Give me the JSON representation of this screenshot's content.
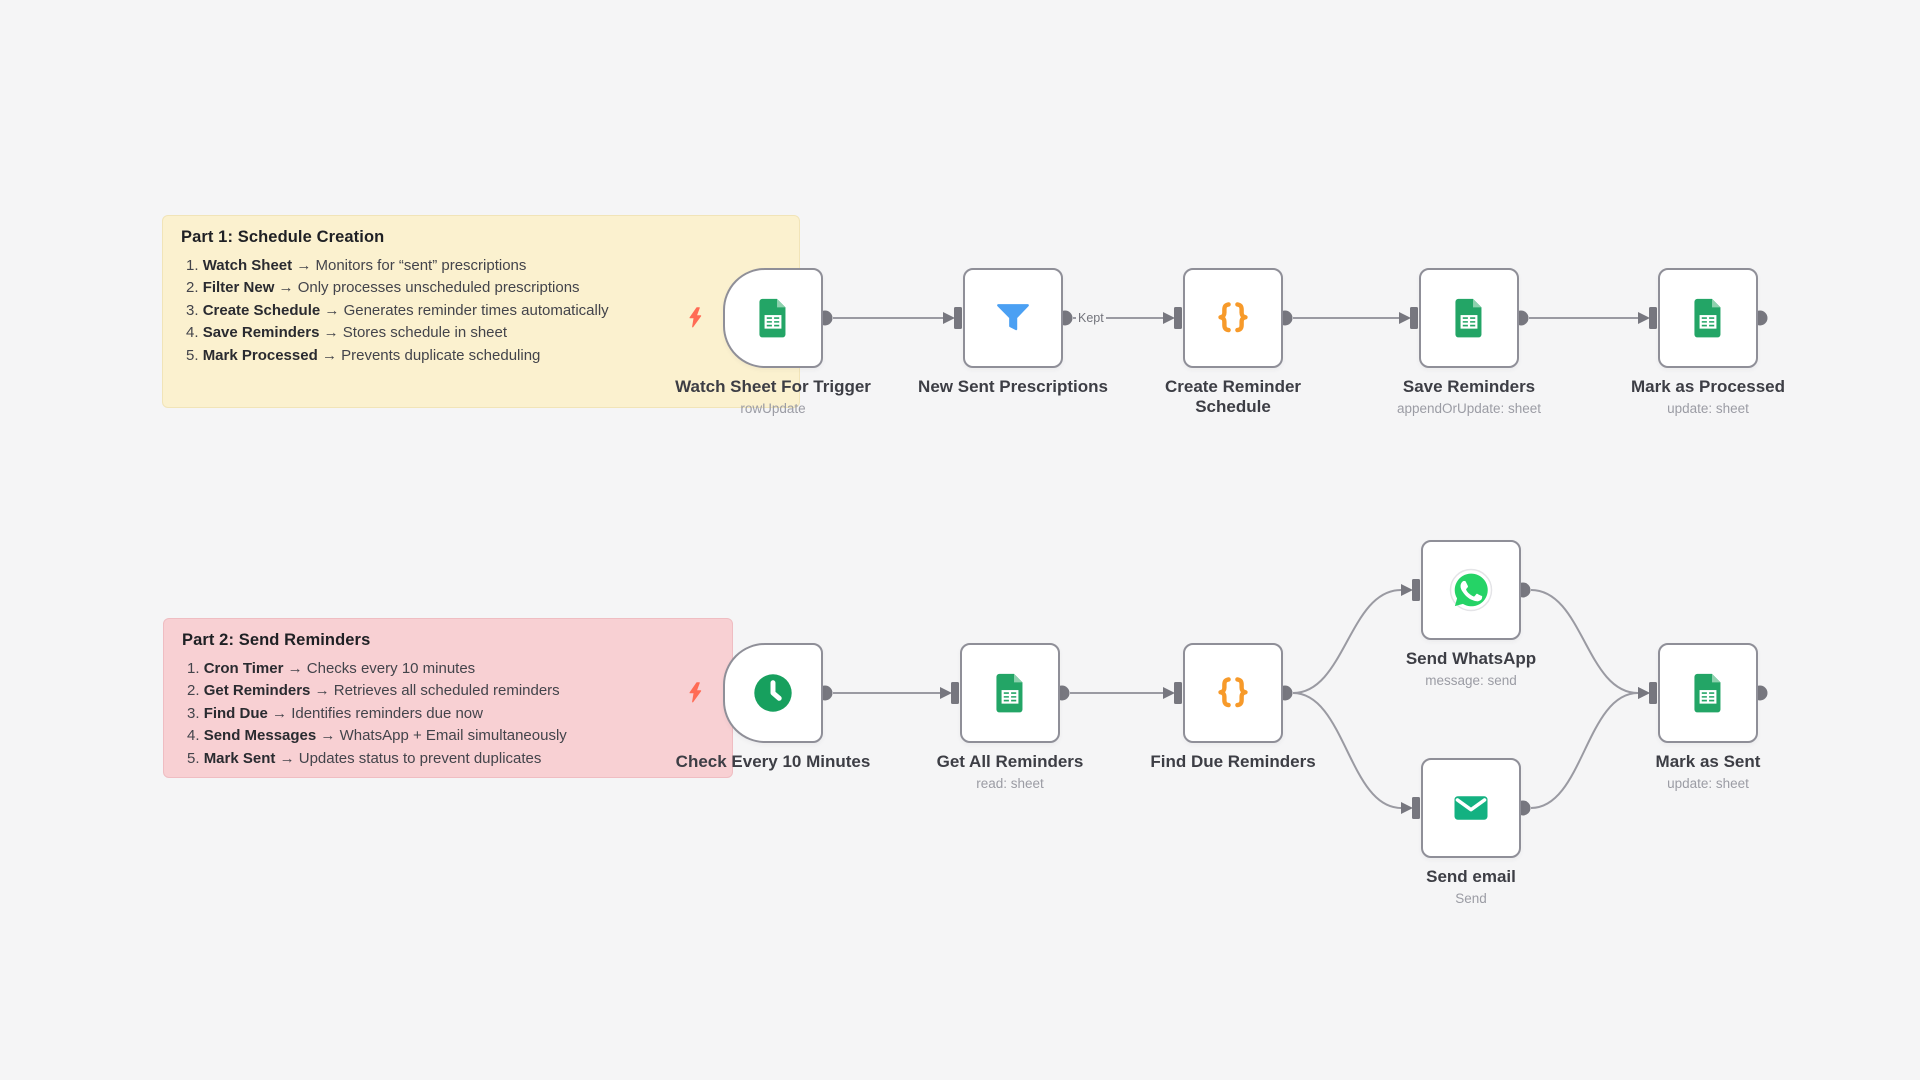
{
  "colors": {
    "canvas": "#f5f5f6",
    "node_border": "#8f8f98",
    "line": "#9a9aa2",
    "port": "#77777f",
    "label": "#3d3e45",
    "subtitle": "#9b9ca4",
    "bolt": "#FF6B55",
    "sheets_green": "#23A566",
    "filter_blue": "#4BA0F3",
    "code_orange": "#F79A2A",
    "clock_green": "#17A05E",
    "whatsapp_green": "#25D366",
    "email_green": "#13B181",
    "note1_bg": "#FBF1CF",
    "note2_bg": "#F8D0D3"
  },
  "notes": [
    {
      "title": "Part 1: Schedule Creation",
      "bg": "#FBF1CF",
      "border": "#F1E4B8",
      "items": [
        {
          "n": "1.",
          "b": "Watch Sheet",
          "a": "→",
          "t": "Monitors for “sent” prescriptions"
        },
        {
          "n": "2.",
          "b": "Filter New",
          "a": "→",
          "t": "Only processes unscheduled prescriptions"
        },
        {
          "n": "3.",
          "b": "Create Schedule",
          "a": "→",
          "t": "Generates reminder times automatically"
        },
        {
          "n": "4.",
          "b": "Save Reminders",
          "a": "→",
          "t": "Stores schedule in sheet"
        },
        {
          "n": "5.",
          "b": "Mark Processed",
          "a": "→",
          "t": "Prevents duplicate scheduling"
        }
      ]
    },
    {
      "title": "Part 2: Send Reminders",
      "bg": "#F8D0D3",
      "border": "#EFBDC2",
      "items": [
        {
          "n": "1.",
          "b": "Cron Timer",
          "a": "→",
          "t": "Checks every 10 minutes"
        },
        {
          "n": "2.",
          "b": "Get Reminders",
          "a": "→",
          "t": "Retrieves all scheduled reminders"
        },
        {
          "n": "3.",
          "b": "Find Due",
          "a": "→",
          "t": "Identifies reminders due now"
        },
        {
          "n": "4.",
          "b": "Send Messages",
          "a": "→",
          "t": "WhatsApp + Email simultaneously"
        },
        {
          "n": "5.",
          "b": "Mark Sent",
          "a": "→",
          "t": "Updates status to prevent duplicates"
        }
      ]
    }
  ],
  "nodes": [
    {
      "id": "watch-sheet",
      "label": "Watch Sheet For Trigger",
      "subtitle": "rowUpdate",
      "icon": "google-sheets-icon",
      "trigger": true
    },
    {
      "id": "new-sent",
      "label": "New Sent Prescriptions",
      "subtitle": "",
      "icon": "filter-icon"
    },
    {
      "id": "create-schedule",
      "label": "Create Reminder\nSchedule",
      "subtitle": "",
      "icon": "code-icon"
    },
    {
      "id": "save-reminders",
      "label": "Save Reminders",
      "subtitle": "appendOrUpdate: sheet",
      "icon": "google-sheets-icon"
    },
    {
      "id": "mark-processed",
      "label": "Mark as Processed",
      "subtitle": "update: sheet",
      "icon": "google-sheets-icon"
    },
    {
      "id": "cron",
      "label": "Check Every 10 Minutes",
      "subtitle": "",
      "icon": "clock-icon",
      "trigger": true
    },
    {
      "id": "get-reminders",
      "label": "Get All Reminders",
      "subtitle": "read: sheet",
      "icon": "google-sheets-icon"
    },
    {
      "id": "find-due",
      "label": "Find Due Reminders",
      "subtitle": "",
      "icon": "code-icon"
    },
    {
      "id": "send-whatsapp",
      "label": "Send WhatsApp",
      "subtitle": "message: send",
      "icon": "whatsapp-icon"
    },
    {
      "id": "send-email",
      "label": "Send email",
      "subtitle": "Send",
      "icon": "email-icon"
    },
    {
      "id": "mark-sent",
      "label": "Mark as Sent",
      "subtitle": "update: sheet",
      "icon": "google-sheets-icon"
    }
  ],
  "connections": [
    {
      "from": "watch-sheet",
      "to": "new-sent"
    },
    {
      "from": "new-sent",
      "to": "create-schedule",
      "label": "Kept"
    },
    {
      "from": "create-schedule",
      "to": "save-reminders"
    },
    {
      "from": "save-reminders",
      "to": "mark-processed"
    },
    {
      "from": "cron",
      "to": "get-reminders"
    },
    {
      "from": "get-reminders",
      "to": "find-due"
    },
    {
      "from": "find-due",
      "to": "send-whatsapp"
    },
    {
      "from": "find-due",
      "to": "send-email"
    },
    {
      "from": "send-whatsapp",
      "to": "mark-sent"
    },
    {
      "from": "send-email",
      "to": "mark-sent"
    }
  ]
}
